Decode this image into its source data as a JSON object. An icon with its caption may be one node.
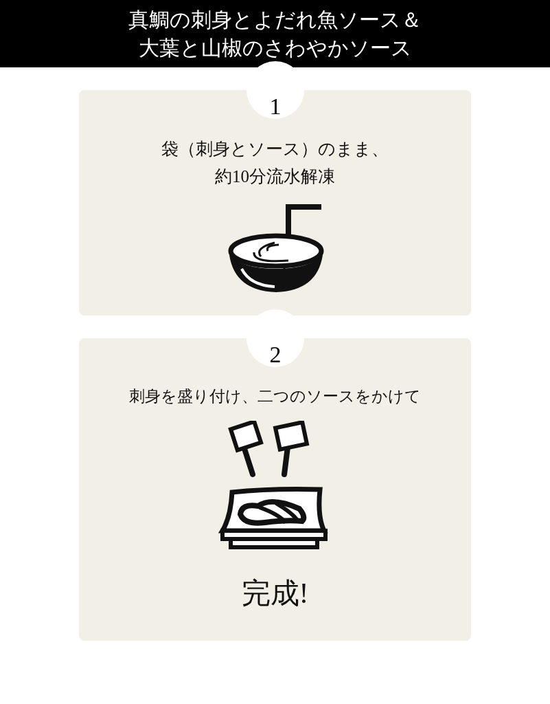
{
  "diagram": {
    "title": "真鯛の刺身とよだれ魚ソース＆大葉と山椒のさわやかソース",
    "nodes": [
      {
        "text": [
          "袋（刺身とソース）のまま、約10分流水解凍"
        ]
      },
      {
        "text": [
          "1"
        ]
      },
      {
        "text": [
          "刺身を盛り付け、二つのソースをかけて",
          "完成!"
        ]
      },
      {
        "text": [
          "2"
        ]
      }
    ],
    "edges": []
  }
}
